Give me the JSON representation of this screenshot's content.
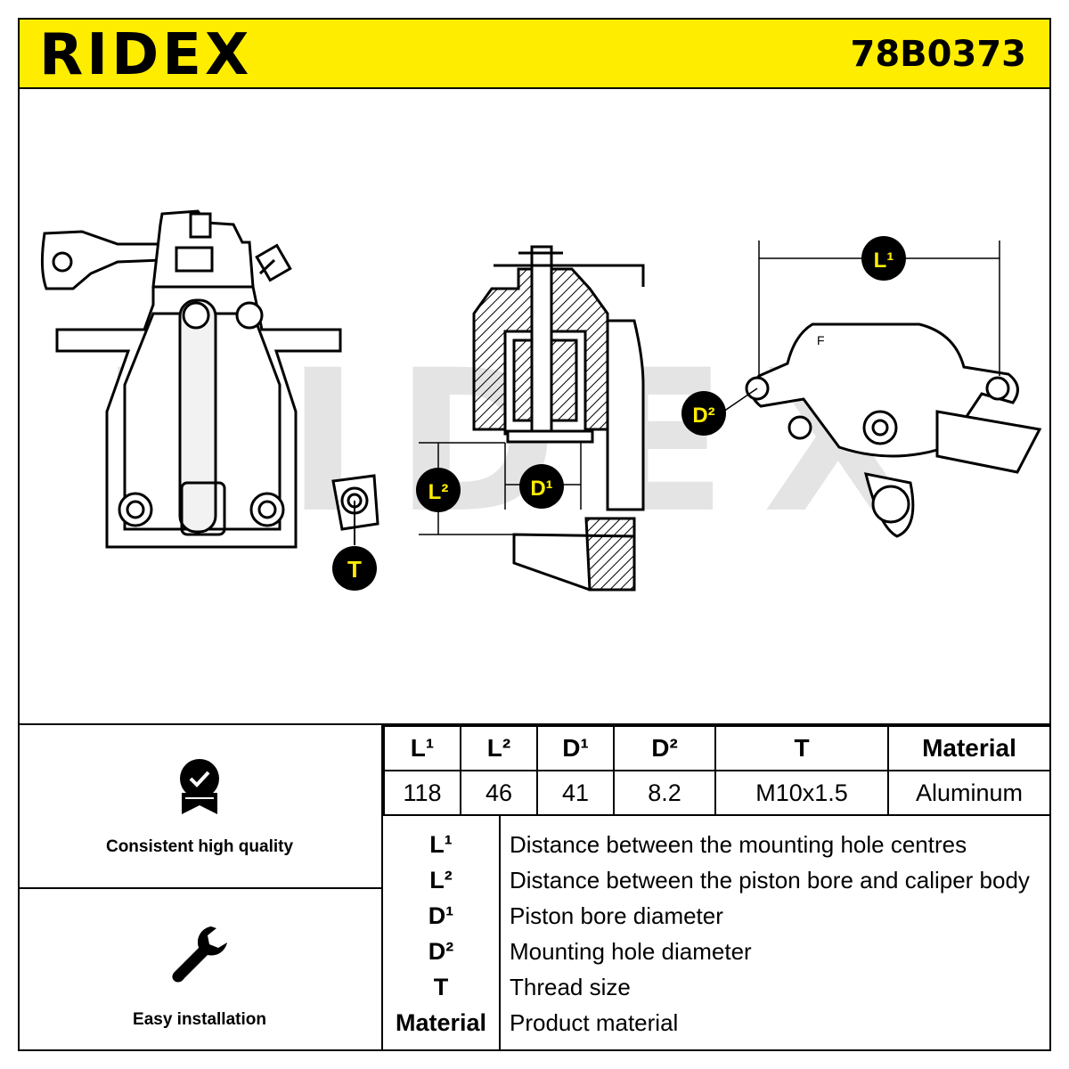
{
  "header": {
    "brand": "RIDEX",
    "part_number": "78B0373",
    "background_color": "#ffed00"
  },
  "drawing": {
    "watermark": "RIDEX",
    "labels": {
      "l1": "L¹",
      "l2": "L²",
      "d1": "D¹",
      "d2": "D²",
      "t": "T",
      "f": "F"
    }
  },
  "features": [
    {
      "icon": "quality-badge-icon",
      "label": "Consistent high quality"
    },
    {
      "icon": "wrench-icon",
      "label": "Easy installation"
    }
  ],
  "spec_table": {
    "headers": [
      "L¹",
      "L²",
      "D¹",
      "D²",
      "T",
      "Material"
    ],
    "values": [
      "118",
      "46",
      "41",
      "8.2",
      "M10x1.5",
      "Aluminum"
    ]
  },
  "legend": [
    {
      "key": "L¹",
      "desc": "Distance between the mounting hole centres"
    },
    {
      "key": "L²",
      "desc": "Distance between the piston bore and caliper body"
    },
    {
      "key": "D¹",
      "desc": "Piston bore diameter"
    },
    {
      "key": "D²",
      "desc": "Mounting hole diameter"
    },
    {
      "key": "T",
      "desc": "Thread size"
    },
    {
      "key": "Material",
      "desc": "Product material"
    }
  ]
}
